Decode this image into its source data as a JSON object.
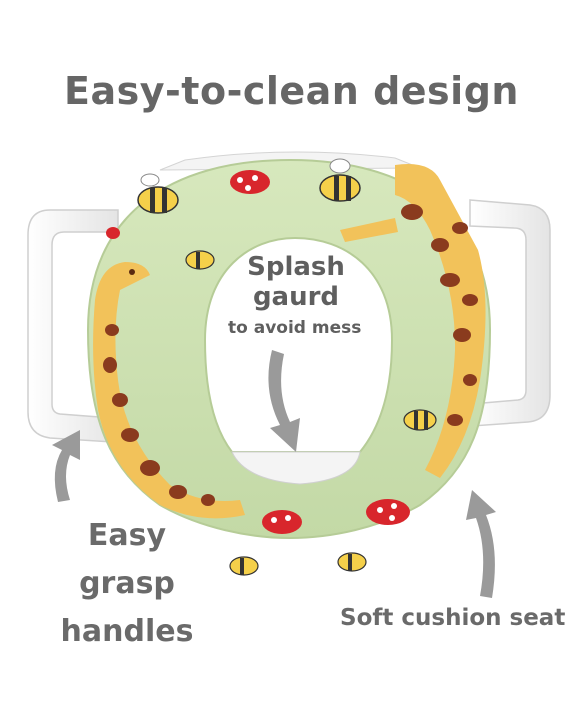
{
  "headline": "Easy-to-clean design",
  "callouts": {
    "splash_line1": "Splash",
    "splash_line2": "gaurd",
    "splash_sub": "to avoid mess",
    "handles_line1": "Easy",
    "handles_line2": "grasp",
    "handles_line3": "handles",
    "cushion": "Soft cushion seat"
  },
  "colors": {
    "seat_green": "#cfe2b3",
    "giraffe_yellow": "#f2c25a",
    "giraffe_spot": "#8a3b1e",
    "text_gray": "#666666",
    "handle_white": "#f7f7f7"
  }
}
